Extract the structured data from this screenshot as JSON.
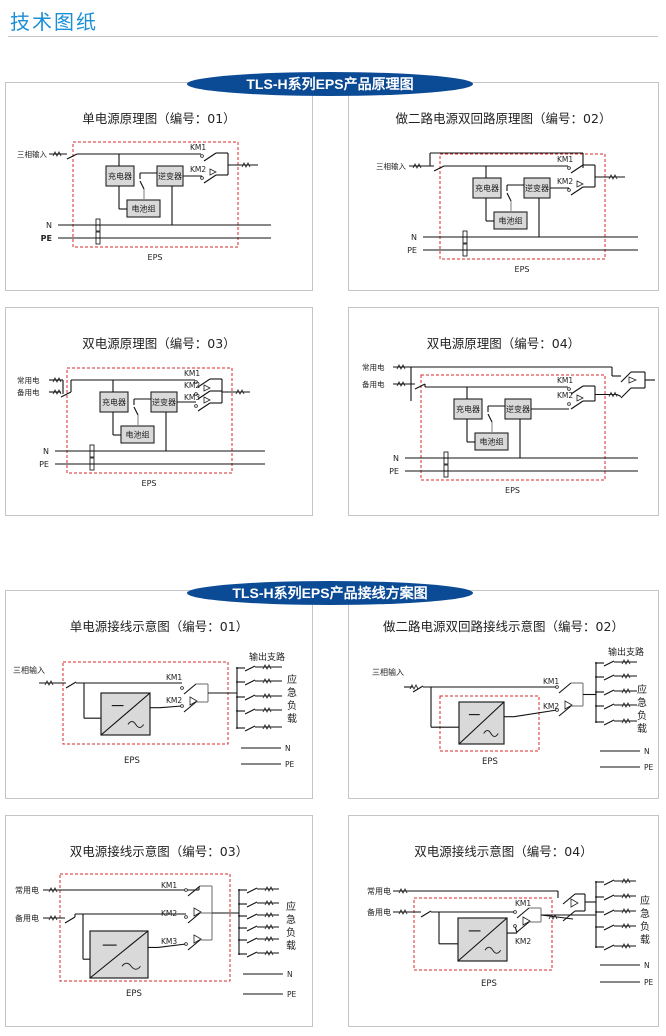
{
  "page_title": "技术图纸",
  "colors": {
    "title": "#1a8fd6",
    "banner": "#0b4a94",
    "eps_box": "#d42a2a",
    "converter_fill": "#d9d9d9"
  },
  "sections": [
    {
      "banner": "TLS-H系列EPS产品原理图",
      "panels": [
        {
          "title": "单电源原理图（编号：01）",
          "inputs": [
            "三相输入"
          ],
          "charger": "充电器",
          "inverter": "逆变器",
          "battery": "电池组",
          "km": [
            "KM1",
            "KM2"
          ],
          "n": "N",
          "pe": "PE",
          "eps": "EPS"
        },
        {
          "title": "做二路电源双回路原理图（编号：02）",
          "inputs": [
            "三相输入"
          ],
          "charger": "充电器",
          "inverter": "逆变器",
          "battery": "电池组",
          "km": [
            "KM1",
            "KM2"
          ],
          "n": "N",
          "pe": "PE",
          "eps": "EPS"
        },
        {
          "title": "双电源原理图（编号：03）",
          "inputs": [
            "常用电",
            "备用电"
          ],
          "charger": "充电器",
          "inverter": "逆变器",
          "battery": "电池组",
          "km": [
            "KM1",
            "KM2",
            "KM3"
          ],
          "n": "N",
          "pe": "PE",
          "eps": "EPS"
        },
        {
          "title": "双电源原理图（编号：04）",
          "inputs": [
            "常用电",
            "备用电"
          ],
          "charger": "充电器",
          "inverter": "逆变器",
          "battery": "电池组",
          "km": [
            "KM1",
            "KM2"
          ],
          "n": "N",
          "pe": "PE",
          "eps": "EPS"
        }
      ]
    },
    {
      "banner": "TLS-H系列EPS产品接线方案图",
      "panels": [
        {
          "title": "单电源接线示意图（编号：01）",
          "inputs": [
            "三相输入"
          ],
          "km": [
            "KM1",
            "KM2"
          ],
          "output_branches": "输出支路",
          "load": [
            "应",
            "急",
            "负",
            "载"
          ],
          "n": "N",
          "pe": "PE",
          "eps": "EPS"
        },
        {
          "title": "做二路电源双回路接线示意图（编号：02）",
          "inputs": [
            "三相输入"
          ],
          "km": [
            "KM1",
            "KM2"
          ],
          "output_branches": "输出支路",
          "load": [
            "应",
            "急",
            "负",
            "载"
          ],
          "n": "N",
          "pe": "PE",
          "eps": "EPS"
        },
        {
          "title": "双电源接线示意图（编号：03）",
          "inputs": [
            "常用电",
            "备用电"
          ],
          "km": [
            "KM1",
            "KM2",
            "KM3"
          ],
          "load": [
            "应",
            "急",
            "负",
            "载"
          ],
          "n": "N",
          "pe": "PE",
          "eps": "EPS"
        },
        {
          "title": "双电源接线示意图（编号：04）",
          "inputs": [
            "常用电",
            "备用电"
          ],
          "km": [
            "KM1",
            "KM2"
          ],
          "load": [
            "应",
            "急",
            "负",
            "载"
          ],
          "n": "N",
          "pe": "PE",
          "eps": "EPS"
        }
      ]
    }
  ]
}
